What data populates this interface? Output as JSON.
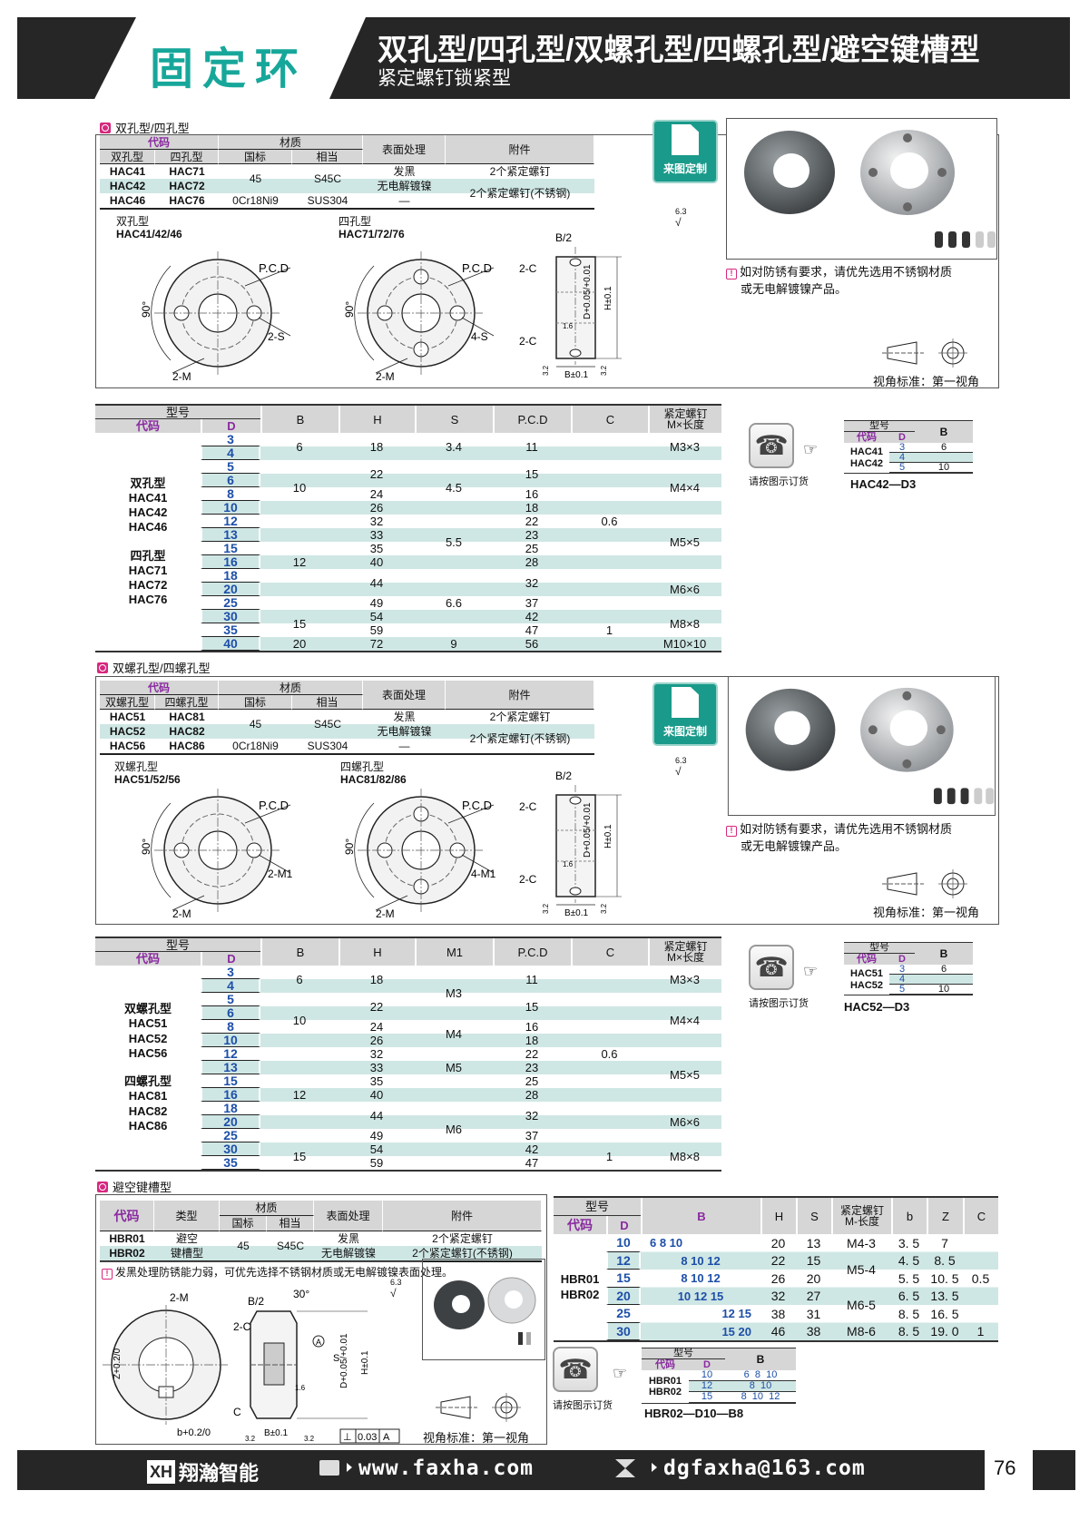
{
  "header": {
    "brand_title": "固定环",
    "title": "双孔型/四孔型/双螺孔型/四螺孔型/避空键槽型",
    "subtitle": "紧定螺钉锁紧型"
  },
  "colors": {
    "accent": "#17a79a",
    "stripe": "#cfe7e4",
    "code": "#8a2aa0",
    "d_value": "#1d4fa8",
    "section_icon": "#d6287e"
  },
  "common": {
    "custom_badge": "来图定制",
    "view_standard": "视角标准：第一视角",
    "roughness": "6.3",
    "order_hint": "请按图示订货",
    "note": "如对防锈有要求，请优先选用不锈钢材质",
    "note2": "或无电解镀镍产品。"
  },
  "sec1": {
    "title": "双孔型/四孔型",
    "material": {
      "code": "代码",
      "col_a": "双孔型",
      "col_b": "四孔型",
      "material": "材质",
      "gb": "国标",
      "equiv": "相当",
      "surface": "表面处理",
      "accessory": "附件",
      "rows": [
        [
          "HAC41",
          "HAC71"
        ],
        [
          "HAC42",
          "HAC72"
        ],
        [
          "HAC46",
          "HAC76"
        ]
      ],
      "gb_45": "45",
      "eq_s45c": "S45C",
      "gb_ss": "0Cr18Ni9",
      "eq_sus": "SUS304",
      "surf_black": "发黑",
      "surf_ni": "无电解镀镍",
      "surf_none": "—",
      "acc_1": "2个紧定螺钉",
      "acc_2": "2个紧定螺钉(不锈钢)"
    },
    "drawing_a": {
      "type": "双孔型",
      "models": "HAC41/42/46",
      "pcd": "P.C.D",
      "angle": "90°",
      "hole": "2-S",
      "screw": "2-M"
    },
    "drawing_b": {
      "type": "四孔型",
      "models": "HAC71/72/76",
      "pcd": "P.C.D",
      "angle": "90°",
      "hole": "4-S",
      "screw": "2-M"
    },
    "side": {
      "b2": "B/2",
      "c1": "2-C",
      "c2": "2-C",
      "d": "D+0.05/+0.01",
      "h": "H±0.1",
      "b": "B±0.1",
      "r1": "1.6",
      "r2": "3.2",
      "r3": "3.2"
    },
    "order": {
      "model": "型号",
      "code": "代码",
      "d": "D",
      "b": "B",
      "models": "HAC41\nHAC42",
      "rows": [
        {
          "d": "3",
          "b": "6"
        },
        {
          "d": "4",
          "b": ""
        },
        {
          "d": "5",
          "b": "10"
        }
      ],
      "example": "HAC42—D3"
    }
  },
  "table1": {
    "head": {
      "model": "型号",
      "code": "代码",
      "d": "D",
      "b": "B",
      "h": "H",
      "s": "S",
      "pcd": "P.C.D",
      "c": "C",
      "screw": "紧定螺钉",
      "screw2": "M×长度"
    },
    "labels": [
      "双孔型",
      "HAC41",
      "HAC42",
      "HAC46",
      "",
      "四孔型",
      "HAC71",
      "HAC72",
      "HAC76"
    ],
    "columns": [
      {
        "key": "d",
        "cells": [
          [
            "3",
            1
          ],
          [
            "4",
            1
          ],
          [
            "5",
            1
          ],
          [
            "6",
            1
          ],
          [
            "8",
            1
          ],
          [
            "10",
            1
          ],
          [
            "12",
            1
          ],
          [
            "13",
            1
          ],
          [
            "15",
            1
          ],
          [
            "16",
            1
          ],
          [
            "18",
            1
          ],
          [
            "20",
            1
          ],
          [
            "25",
            1
          ],
          [
            "30",
            1
          ],
          [
            "35",
            1
          ],
          [
            "40",
            1
          ]
        ]
      },
      {
        "key": "b",
        "cells": [
          [
            "6",
            2
          ],
          [
            "10",
            4
          ],
          [
            "12",
            7
          ],
          [
            "15",
            2
          ],
          [
            "20",
            1
          ]
        ]
      },
      {
        "key": "h",
        "cells": [
          [
            "18",
            2
          ],
          [
            "22",
            2
          ],
          [
            "24",
            1
          ],
          [
            "26",
            1
          ],
          [
            "32",
            1
          ],
          [
            "33",
            1
          ],
          [
            "35",
            1
          ],
          [
            "40",
            1
          ],
          [
            "44",
            2
          ],
          [
            "49",
            1
          ],
          [
            "54",
            1
          ],
          [
            "59",
            1
          ],
          [
            "72",
            1
          ]
        ]
      },
      {
        "key": "s",
        "cells": [
          [
            "3.4",
            2
          ],
          [
            "4.5",
            4
          ],
          [
            "5.5",
            4
          ],
          [
            "6.6",
            5
          ],
          [
            "9",
            1
          ]
        ]
      },
      {
        "key": "pcd",
        "cells": [
          [
            "11",
            2
          ],
          [
            "15",
            2
          ],
          [
            "16",
            1
          ],
          [
            "18",
            1
          ],
          [
            "22",
            1
          ],
          [
            "23",
            1
          ],
          [
            "25",
            1
          ],
          [
            "28",
            1
          ],
          [
            "32",
            2
          ],
          [
            "37",
            1
          ],
          [
            "42",
            1
          ],
          [
            "47",
            1
          ],
          [
            "56",
            1
          ]
        ]
      },
      {
        "key": "c",
        "cells": [
          [
            "0.6",
            13
          ],
          [
            "1",
            3
          ]
        ]
      },
      {
        "key": "screw",
        "cells": [
          [
            "M3×3",
            2
          ],
          [
            "M4×4",
            4
          ],
          [
            "M5×5",
            4
          ],
          [
            "M6×6",
            3
          ],
          [
            "M8×8",
            2
          ],
          [
            "M10×10",
            1
          ]
        ]
      }
    ]
  },
  "sec2": {
    "title": "双螺孔型/四螺孔型",
    "material": {
      "code": "代码",
      "col_a": "双螺孔型",
      "col_b": "四螺孔型",
      "material": "材质",
      "gb": "国标",
      "equiv": "相当",
      "surface": "表面处理",
      "accessory": "附件",
      "rows": [
        [
          "HAC51",
          "HAC81"
        ],
        [
          "HAC52",
          "HAC82"
        ],
        [
          "HAC56",
          "HAC86"
        ]
      ],
      "gb_45": "45",
      "eq_s45c": "S45C",
      "gb_ss": "0Cr18Ni9",
      "eq_sus": "SUS304",
      "surf_black": "发黑",
      "surf_ni": "无电解镀镍",
      "surf_none": "—",
      "acc_1": "2个紧定螺钉",
      "acc_2": "2个紧定螺钉(不锈钢)"
    },
    "drawing_a": {
      "type": "双螺孔型",
      "models": "HAC51/52/56",
      "pcd": "P.C.D",
      "angle": "90°",
      "hole": "2-M1",
      "screw": "2-M"
    },
    "drawing_b": {
      "type": "四螺孔型",
      "models": "HAC81/82/86",
      "pcd": "P.C.D",
      "angle": "90°",
      "hole": "4-M1",
      "screw": "2-M"
    },
    "side": {
      "b2": "B/2",
      "c1": "2-C",
      "c2": "2-C",
      "d": "D+0.05/+0.01",
      "h": "H±0.1",
      "b": "B±0.1",
      "r1": "1.6",
      "r2": "3.2",
      "r3": "3.2"
    },
    "order": {
      "model": "型号",
      "code": "代码",
      "d": "D",
      "b": "B",
      "models": "HAC51\nHAC52",
      "rows": [
        {
          "d": "3",
          "b": "6"
        },
        {
          "d": "4",
          "b": ""
        },
        {
          "d": "5",
          "b": "10"
        }
      ],
      "example": "HAC52—D3"
    }
  },
  "table2": {
    "head": {
      "model": "型号",
      "code": "代码",
      "d": "D",
      "b": "B",
      "h": "H",
      "m1": "M1",
      "pcd": "P.C.D",
      "c": "C",
      "screw": "紧定螺钉",
      "screw2": "M×长度"
    },
    "labels": [
      "双螺孔型",
      "HAC51",
      "HAC52",
      "HAC56",
      "",
      "四螺孔型",
      "HAC81",
      "HAC82",
      "HAC86"
    ],
    "columns": [
      {
        "key": "d",
        "cells": [
          [
            "3",
            1
          ],
          [
            "4",
            1
          ],
          [
            "5",
            1
          ],
          [
            "6",
            1
          ],
          [
            "8",
            1
          ],
          [
            "10",
            1
          ],
          [
            "12",
            1
          ],
          [
            "13",
            1
          ],
          [
            "15",
            1
          ],
          [
            "16",
            1
          ],
          [
            "18",
            1
          ],
          [
            "20",
            1
          ],
          [
            "25",
            1
          ],
          [
            "30",
            1
          ],
          [
            "35",
            1
          ]
        ]
      },
      {
        "key": "b",
        "cells": [
          [
            "6",
            2
          ],
          [
            "10",
            4
          ],
          [
            "12",
            7
          ],
          [
            "15",
            2
          ]
        ]
      },
      {
        "key": "h",
        "cells": [
          [
            "18",
            2
          ],
          [
            "22",
            2
          ],
          [
            "24",
            1
          ],
          [
            "26",
            1
          ],
          [
            "32",
            1
          ],
          [
            "33",
            1
          ],
          [
            "35",
            1
          ],
          [
            "40",
            1
          ],
          [
            "44",
            2
          ],
          [
            "49",
            1
          ],
          [
            "54",
            1
          ],
          [
            "59",
            1
          ]
        ]
      },
      {
        "key": "m1",
        "cells": [
          [
            "M3",
            4
          ],
          [
            "M4",
            2
          ],
          [
            "M5",
            3
          ],
          [
            "M6",
            6
          ]
        ]
      },
      {
        "key": "pcd",
        "cells": [
          [
            "11",
            2
          ],
          [
            "15",
            2
          ],
          [
            "16",
            1
          ],
          [
            "18",
            1
          ],
          [
            "22",
            1
          ],
          [
            "23",
            1
          ],
          [
            "25",
            1
          ],
          [
            "28",
            1
          ],
          [
            "32",
            2
          ],
          [
            "37",
            1
          ],
          [
            "42",
            1
          ],
          [
            "47",
            1
          ]
        ]
      },
      {
        "key": "c",
        "cells": [
          [
            "0.6",
            13
          ],
          [
            "1",
            2
          ]
        ]
      },
      {
        "key": "screw",
        "cells": [
          [
            "M3×3",
            2
          ],
          [
            "M4×4",
            4
          ],
          [
            "M5×5",
            4
          ],
          [
            "M6×6",
            3
          ],
          [
            "M8×8",
            2
          ]
        ]
      }
    ]
  },
  "sec3": {
    "title": "避空键槽型",
    "material": {
      "code": "代码",
      "type": "类型",
      "material": "材质",
      "gb": "国标",
      "equiv": "相当",
      "surface": "表面处理",
      "accessory": "附件",
      "row1": "HBR01",
      "row2": "HBR02",
      "type1": "避空",
      "type2": "键槽型",
      "gb_45": "45",
      "eq_s45c": "S45C",
      "surf_black": "发黑",
      "surf_ni": "无电解镀镍",
      "acc_1": "2个紧定螺钉",
      "acc_2": "2个紧定螺钉(不锈钢)"
    },
    "note": "发黑处理防锈能力弱，可优先选择不锈钢材质或无电解镀镍表面处理。",
    "drawing": {
      "m": "2-M",
      "b2": "B/2",
      "angle": "30°",
      "c1": "2-C",
      "c2": "C",
      "z": "Z+0.2/0",
      "bslot": "b+0.2/0",
      "d": "D+0.05/+0.01",
      "s": "S",
      "h": "H±0.1",
      "b": "B±0.1",
      "datum": "A",
      "flat": "0.03",
      "flat_ref": "A",
      "r1": "1.6",
      "r2": "3.2",
      "r3": "3.2"
    },
    "order": {
      "model": "型号",
      "code": "代码",
      "d": "D",
      "b": "B",
      "models": "HBR01\nHBR02",
      "rows": [
        {
          "d": "10",
          "b": "6  8  10"
        },
        {
          "d": "12",
          "b": "8  10"
        },
        {
          "d": "15",
          "b": "8  10  12"
        }
      ],
      "example": "HBR02—D10—B8"
    }
  },
  "table3": {
    "head": {
      "model": "型号",
      "code": "代码",
      "d": "D",
      "b": "B",
      "h": "H",
      "s": "S",
      "screw": "紧定螺钉",
      "screw2": "M-长度",
      "sb": "b",
      "z": "Z",
      "c": "C"
    },
    "labels": [
      "HBR01",
      "HBR02"
    ],
    "columns": [
      {
        "key": "d",
        "cells": [
          [
            "10",
            1
          ],
          [
            "12",
            1
          ],
          [
            "15",
            1
          ],
          [
            "20",
            1
          ],
          [
            "25",
            1
          ],
          [
            "30",
            1
          ]
        ]
      },
      {
        "key": "b",
        "cells": [
          [
            "6 8 10",
            1
          ],
          [
            "8 10 12",
            1
          ],
          [
            "8 10 12",
            1
          ],
          [
            "10 12 15",
            1
          ],
          [
            "12 15",
            1
          ],
          [
            "15 20",
            1
          ]
        ]
      },
      {
        "key": "h",
        "cells": [
          [
            "20",
            1
          ],
          [
            "22",
            1
          ],
          [
            "26",
            1
          ],
          [
            "32",
            1
          ],
          [
            "38",
            1
          ],
          [
            "46",
            1
          ]
        ]
      },
      {
        "key": "s",
        "cells": [
          [
            "13",
            1
          ],
          [
            "15",
            1
          ],
          [
            "20",
            1
          ],
          [
            "27",
            1
          ],
          [
            "31",
            1
          ],
          [
            "38",
            1
          ]
        ]
      },
      {
        "key": "screw",
        "cells": [
          [
            "M4-3",
            1
          ],
          [
            "M5-4",
            2
          ],
          [
            "M6-5",
            2
          ],
          [
            "M8-6",
            1
          ]
        ]
      },
      {
        "key": "sb",
        "cells": [
          [
            "3. 5",
            1
          ],
          [
            "4. 5",
            1
          ],
          [
            "5. 5",
            1
          ],
          [
            "6. 5",
            1
          ],
          [
            "8. 5",
            1
          ],
          [
            "8. 5",
            1
          ]
        ]
      },
      {
        "key": "z",
        "cells": [
          [
            "7",
            1
          ],
          [
            "8. 5",
            1
          ],
          [
            "10. 5",
            1
          ],
          [
            "13. 5",
            1
          ],
          [
            "16. 5",
            1
          ],
          [
            "19. 0",
            1
          ]
        ]
      },
      {
        "key": "c",
        "cells": [
          [
            "0.5",
            5
          ],
          [
            "1",
            1
          ]
        ]
      }
    ]
  },
  "footer": {
    "brand": "翔瀚智能",
    "logo": "XH",
    "website": "www.faxha.com",
    "email": "dgfaxha@163.com",
    "page": "76"
  }
}
